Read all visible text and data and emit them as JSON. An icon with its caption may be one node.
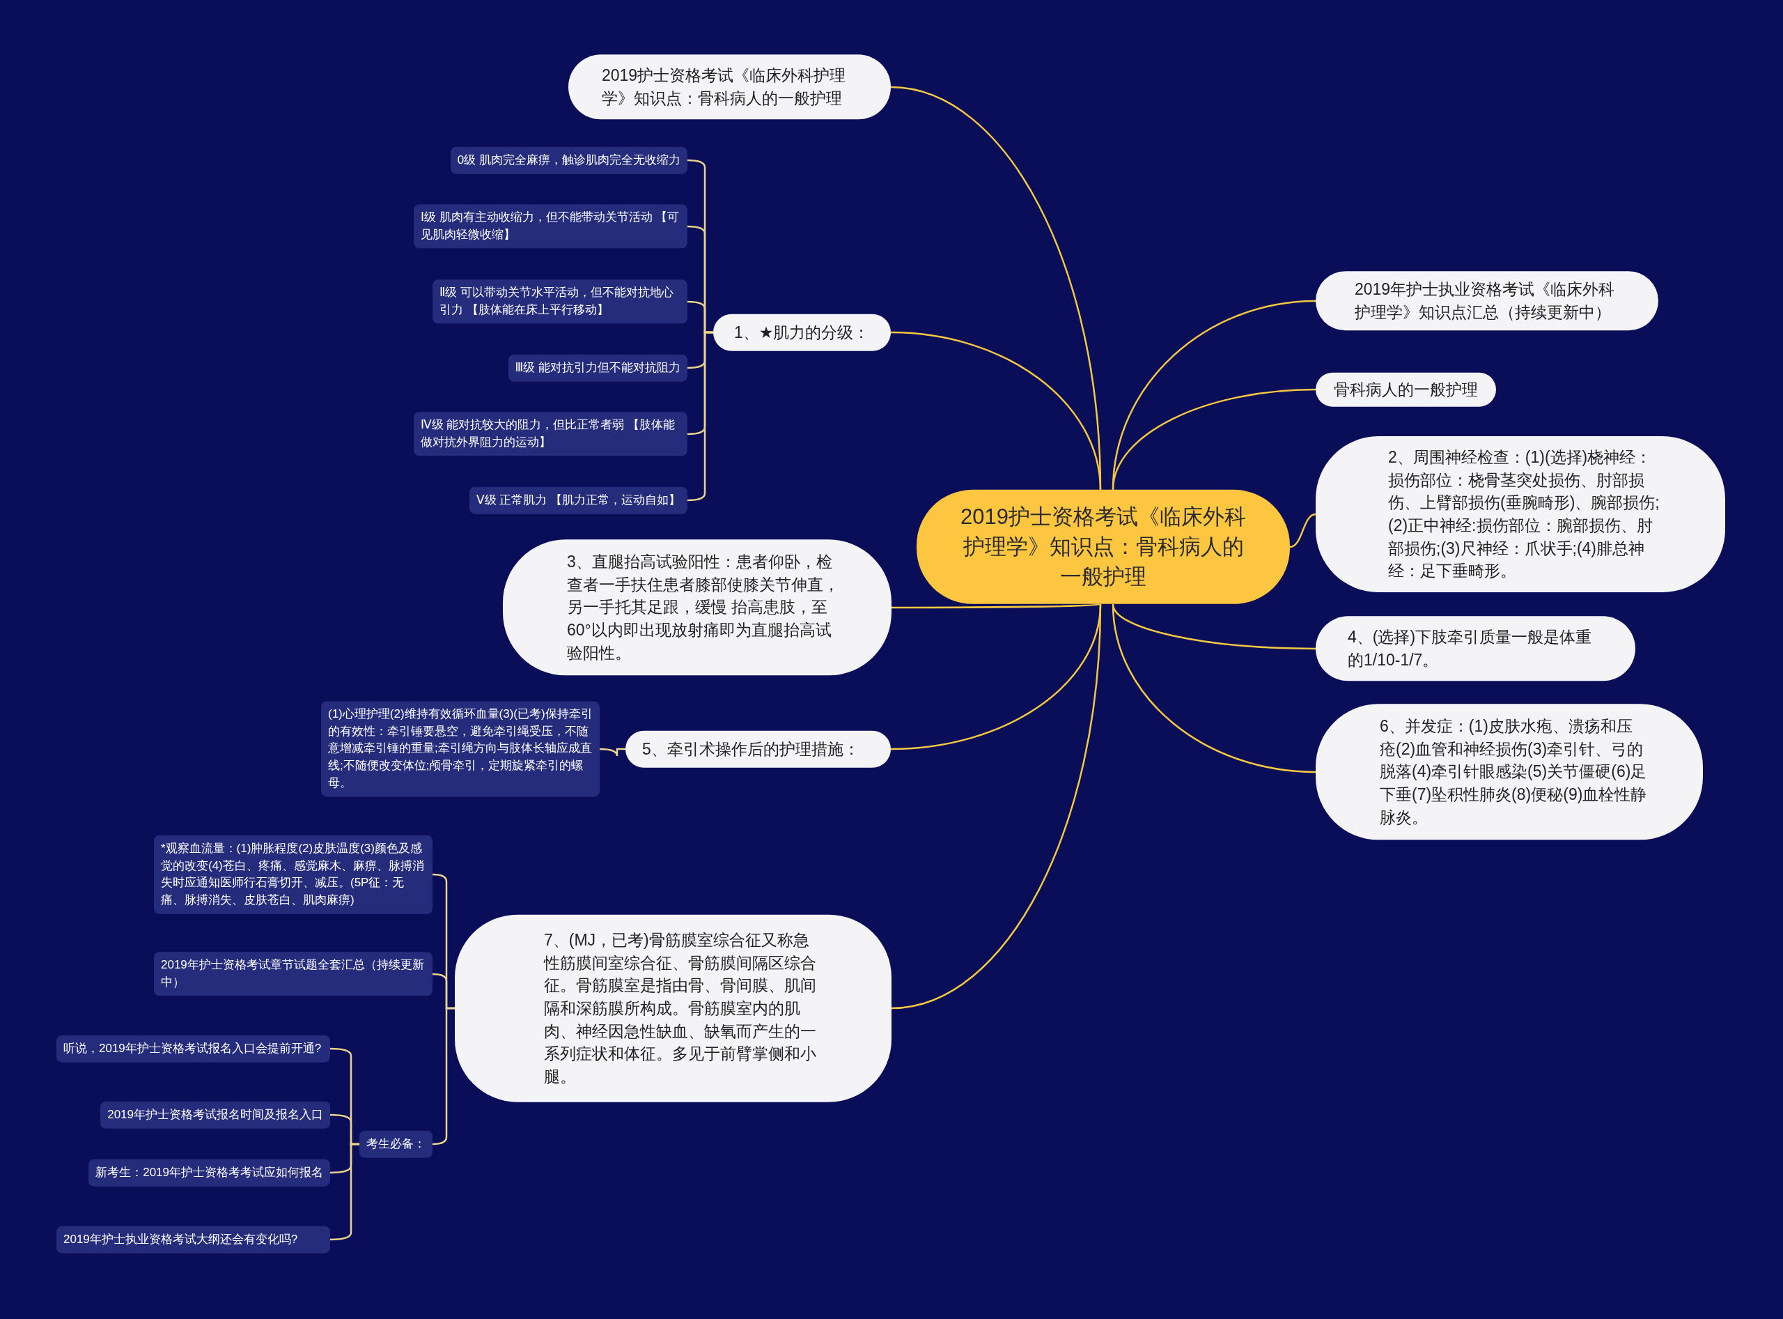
{
  "diagram": {
    "nodes": [
      {
        "text": [
          "2019护士资格考试《临床外科护理学》知识点：骨科病人的一般护理"
        ]
      },
      {
        "text": [
          "2019护士资格考试《临床外科护理学》知识点：骨科病人的一般护理"
        ]
      },
      {
        "text": [
          "1、★肌力的分级："
        ]
      },
      {
        "text": [
          "0级 肌肉完全麻痹，触诊肌肉完全无收缩力"
        ]
      },
      {
        "text": [
          "Ⅰ级 肌肉有主动收缩力，但不能带动关节活动 【可见肌肉轻微收缩】"
        ]
      },
      {
        "text": [
          "Ⅱ级 可以带动关节水平活动，但不能对抗地心引力 【肢体能在床上平行移动】"
        ]
      },
      {
        "text": [
          "Ⅲ级 能对抗引力但不能对抗阻力"
        ]
      },
      {
        "text": [
          "Ⅳ级 能对抗较大的阻力，但比正常者弱 【肢体能做对抗外界阻力的运动】"
        ]
      },
      {
        "text": [
          "Ⅴ级 正常肌力 【肌力正常，运动自如】"
        ]
      },
      {
        "text": [
          "3、直腿抬高试验阳性：患者仰卧，检查者一手扶住患者膝部使膝关节伸直，另一手托其足跟，缓慢 抬高患肢，至60°以内即出现放射痛即为直腿抬高试验阳性。"
        ]
      },
      {
        "text": [
          "5、牵引术操作后的护理措施："
        ]
      },
      {
        "text": [
          "(1)心理护理(2)维持有效循环血量(3)(已考)保持牵引的有效性：牵引锤要悬空，避免牵引绳受压，不随意增减牵引锤的重量;牵引绳方向与肢体长轴应成直线;不随便改变体位;颅骨牵引，定期旋紧牵引的螺母。"
        ]
      },
      {
        "text": [
          "7、(MJ，已考)骨筋膜室综合征又称急性筋膜间室综合征、骨筋膜间隔区综合征。骨筋膜室是指由骨、骨间膜、肌间隔和深筋膜所构成。骨筋膜室内的肌肉、神经因急性缺血、缺氧而产生的一系列症状和体征。多见于前臂掌侧和小腿。"
        ]
      },
      {
        "text": [
          "*观察血流量：(1)肿胀程度(2)皮肤温度(3)颜色及感觉的改变(4)苍白、疼痛、感觉麻木、麻痹、脉搏消失时应通知医师行石膏切开、减压。(5P征：无痛、脉搏消失、皮肤苍白、肌肉麻痹)"
        ]
      },
      {
        "text": [
          "2019年护士资格考试章节试题全套汇总（持续更新中）"
        ]
      },
      {
        "text": [
          "考生必备："
        ]
      },
      {
        "text": [
          "听说，2019年护士资格考试报名入口会提前开通?"
        ]
      },
      {
        "text": [
          "2019年护士资格考试报名时间及报名入口"
        ]
      },
      {
        "text": [
          "新考生：2019年护士资格考考试应如何报名"
        ]
      },
      {
        "text": [
          "2019年护士执业资格考试大纲还会有变化吗?"
        ]
      },
      {
        "text": [
          "2019年护士执业资格考试《临床外科护理学》知识点汇总（持续更新中）"
        ]
      },
      {
        "text": [
          "骨科病人的一般护理"
        ]
      },
      {
        "text": [
          "2、周围神经检查：(1)(选择)桡神经：损伤部位：桡骨茎突处损伤、肘部损伤、上臂部损伤(垂腕畸形)、腕部损伤;(2)正中神经:损伤部位：腕部损伤、肘部损伤;(3)尺神经：爪状手;(4)腓总神经：足下垂畸形。"
        ]
      },
      {
        "text": [
          "4、(选择)下肢牵引质量一般是体重的1/10-1/7。"
        ]
      },
      {
        "text": [
          "6、并发症：(1)皮肤水疱、溃疡和压疮(2)血管和神经损伤(3)牵引针、弓的脱落(4)牵引针眼感染(5)关节僵硬(6)足下垂(7)坠积性肺炎(8)便秘(9)血栓性静脉炎。"
        ]
      }
    ],
    "edges": [
      {
        "from": 0,
        "to": 1,
        "arrow": "none"
      },
      {
        "from": 0,
        "to": 2,
        "arrow": "none"
      },
      {
        "from": 0,
        "to": 9,
        "arrow": "none"
      },
      {
        "from": 0,
        "to": 10,
        "arrow": "none"
      },
      {
        "from": 0,
        "to": 12,
        "arrow": "none"
      },
      {
        "from": 0,
        "to": 20,
        "arrow": "none"
      },
      {
        "from": 0,
        "to": 21,
        "arrow": "none"
      },
      {
        "from": 0,
        "to": 22,
        "arrow": "none"
      },
      {
        "from": 0,
        "to": 23,
        "arrow": "none"
      },
      {
        "from": 0,
        "to": 24,
        "arrow": "none"
      },
      {
        "from": 2,
        "to": 3,
        "arrow": "none"
      },
      {
        "from": 2,
        "to": 4,
        "arrow": "none"
      },
      {
        "from": 2,
        "to": 5,
        "arrow": "none"
      },
      {
        "from": 2,
        "to": 6,
        "arrow": "none"
      },
      {
        "from": 2,
        "to": 7,
        "arrow": "none"
      },
      {
        "from": 2,
        "to": 8,
        "arrow": "none"
      },
      {
        "from": 10,
        "to": 11,
        "arrow": "none"
      },
      {
        "from": 12,
        "to": 13,
        "arrow": "none"
      },
      {
        "from": 12,
        "to": 14,
        "arrow": "none"
      },
      {
        "from": 12,
        "to": 15,
        "arrow": "none"
      },
      {
        "from": 15,
        "to": 16,
        "arrow": "none"
      },
      {
        "from": 15,
        "to": 17,
        "arrow": "none"
      },
      {
        "from": 15,
        "to": 18,
        "arrow": "none"
      },
      {
        "from": 15,
        "to": 19,
        "arrow": "none"
      }
    ]
  }
}
